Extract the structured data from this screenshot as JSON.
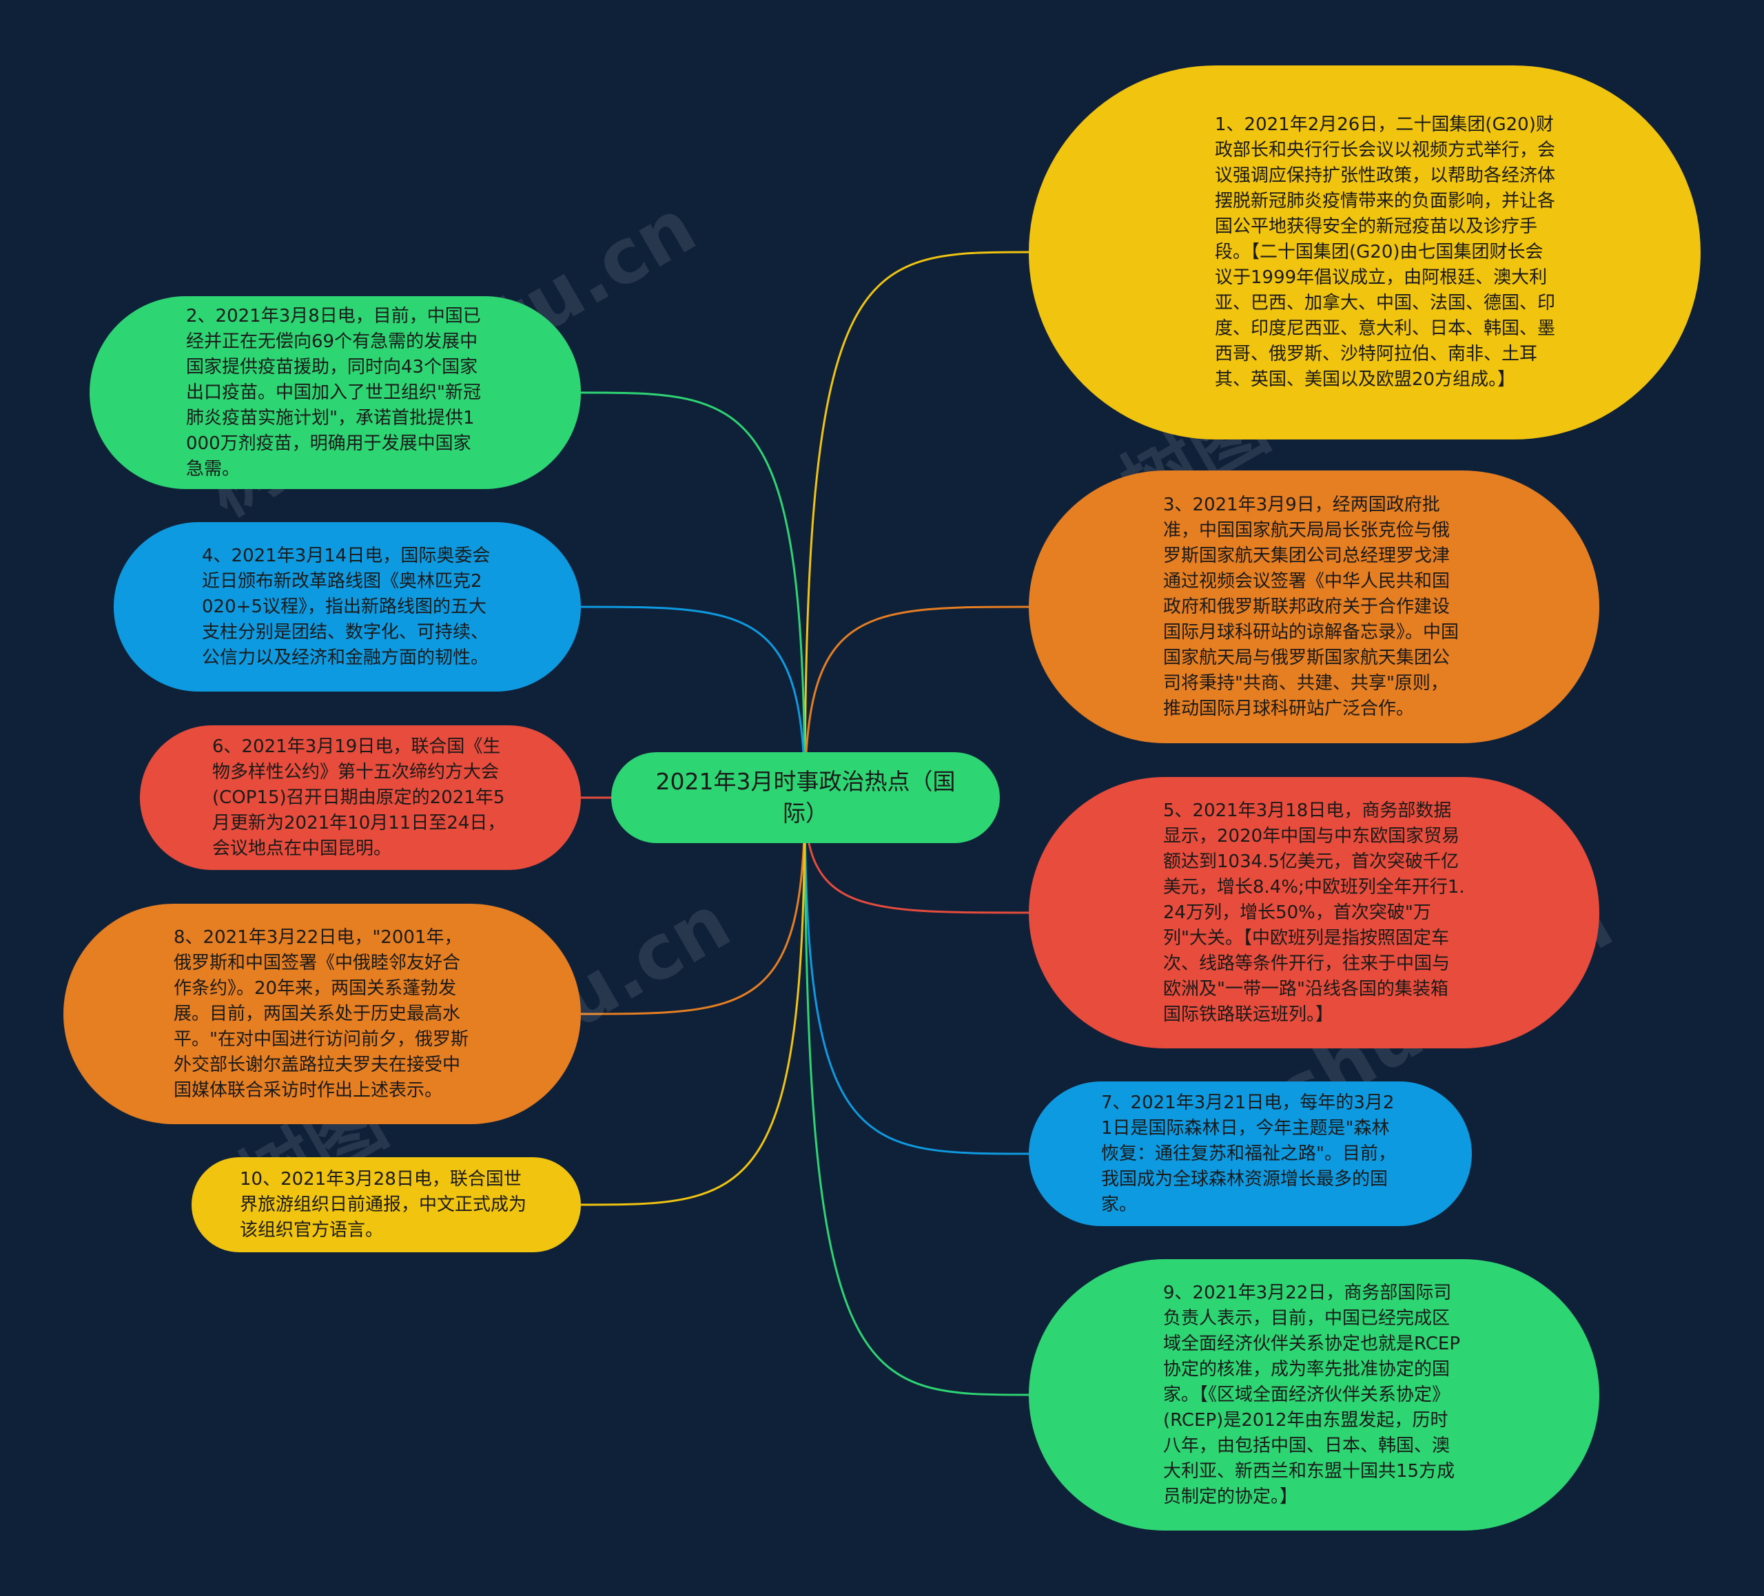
{
  "center": {
    "title": "2021年3月时事政治热点（国际）",
    "color": "#2ed573"
  },
  "watermark": "树图 shutu.cn",
  "nodes": [
    {
      "id": "n1",
      "text": "1、2021年2月26日，二十国集团(G20)财政部长和央行行长会议以视频方式举行，会议强调应保持扩张性政策，以帮助各经济体摆脱新冠肺炎疫情带来的负面影响，并让各国公平地获得安全的新冠疫苗以及诊疗手段。【二十国集团(G20)由七国集团财长会议于1999年倡议成立，由阿根廷、澳大利亚、巴西、加拿大、中国、法国、德国、印度、印度尼西亚、意大利、日本、韩国、墨西哥、俄罗斯、沙特阿拉伯、南非、土耳其、英国、美国以及欧盟20方组成。】",
      "color": "#f1c40f"
    },
    {
      "id": "n2",
      "text": "2、2021年3月8日电，目前，中国已经并正在无偿向69个有急需的发展中国家提供疫苗援助，同时向43个国家出口疫苗。中国加入了世卫组织\"新冠肺炎疫苗实施计划\"，承诺首批提供1000万剂疫苗，明确用于发展中国家急需。",
      "color": "#2ed573"
    },
    {
      "id": "n3",
      "text": "3、2021年3月9日，经两国政府批准，中国国家航天局局长张克俭与俄罗斯国家航天集团公司总经理罗戈津通过视频会议签署《中华人民共和国政府和俄罗斯联邦政府关于合作建设国际月球科研站的谅解备忘录》。中国国家航天局与俄罗斯国家航天集团公司将秉持\"共商、共建、共享\"原则，推动国际月球科研站广泛合作。",
      "color": "#e67e22"
    },
    {
      "id": "n4",
      "text": "4、2021年3月14日电，国际奥委会近日颁布新改革路线图《奥林匹克2020+5议程》，指出新路线图的五大支柱分别是团结、数字化、可持续、公信力以及经济和金融方面的韧性。",
      "color": "#0e9ae0"
    },
    {
      "id": "n5",
      "text": "5、2021年3月18日电，商务部数据显示，2020年中国与中东欧国家贸易额达到1034.5亿美元，首次突破千亿美元，增长8.4%;中欧班列全年开行1.24万列，增长50%，首次突破\"万列\"大关。【中欧班列是指按照固定车次、线路等条件开行，往来于中国与欧洲及\"一带一路\"沿线各国的集装箱国际铁路联运班列。】",
      "color": "#e74c3c"
    },
    {
      "id": "n6",
      "text": "6、2021年3月19日电，联合国《生物多样性公约》第十五次缔约方大会(COP15)召开日期由原定的2021年5月更新为2021年10月11日至24日，会议地点在中国昆明。",
      "color": "#e74c3c"
    },
    {
      "id": "n7",
      "text": "7、2021年3月21日电，每年的3月21日是国际森林日，今年主题是\"森林恢复：通往复苏和福祉之路\"。目前，我国成为全球森林资源增长最多的国家。",
      "color": "#0e9ae0"
    },
    {
      "id": "n8",
      "text": "8、2021年3月22日电，\"2001年，俄罗斯和中国签署《中俄睦邻友好合作条约》。20年来，两国关系蓬勃发展。目前，两国关系处于历史最高水平。\"在对中国进行访问前夕，俄罗斯外交部长谢尔盖路拉夫罗夫在接受中国媒体联合采访时作出上述表示。",
      "color": "#e67e22"
    },
    {
      "id": "n9",
      "text": "9、2021年3月22日，商务部国际司负责人表示，目前，中国已经完成区域全面经济伙伴关系协定也就是RCEP协定的核准，成为率先批准协定的国家。【《区域全面经济伙伴关系协定》(RCEP)是2012年由东盟发起，历时八年，由包括中国、日本、韩国、澳大利亚、新西兰和东盟十国共15方成员制定的协定。】",
      "color": "#2ed573"
    },
    {
      "id": "n10",
      "text": "10、2021年3月28日电，联合国世界旅游组织日前通报，中文正式成为该组织官方语言。",
      "color": "#f1c40f"
    }
  ]
}
